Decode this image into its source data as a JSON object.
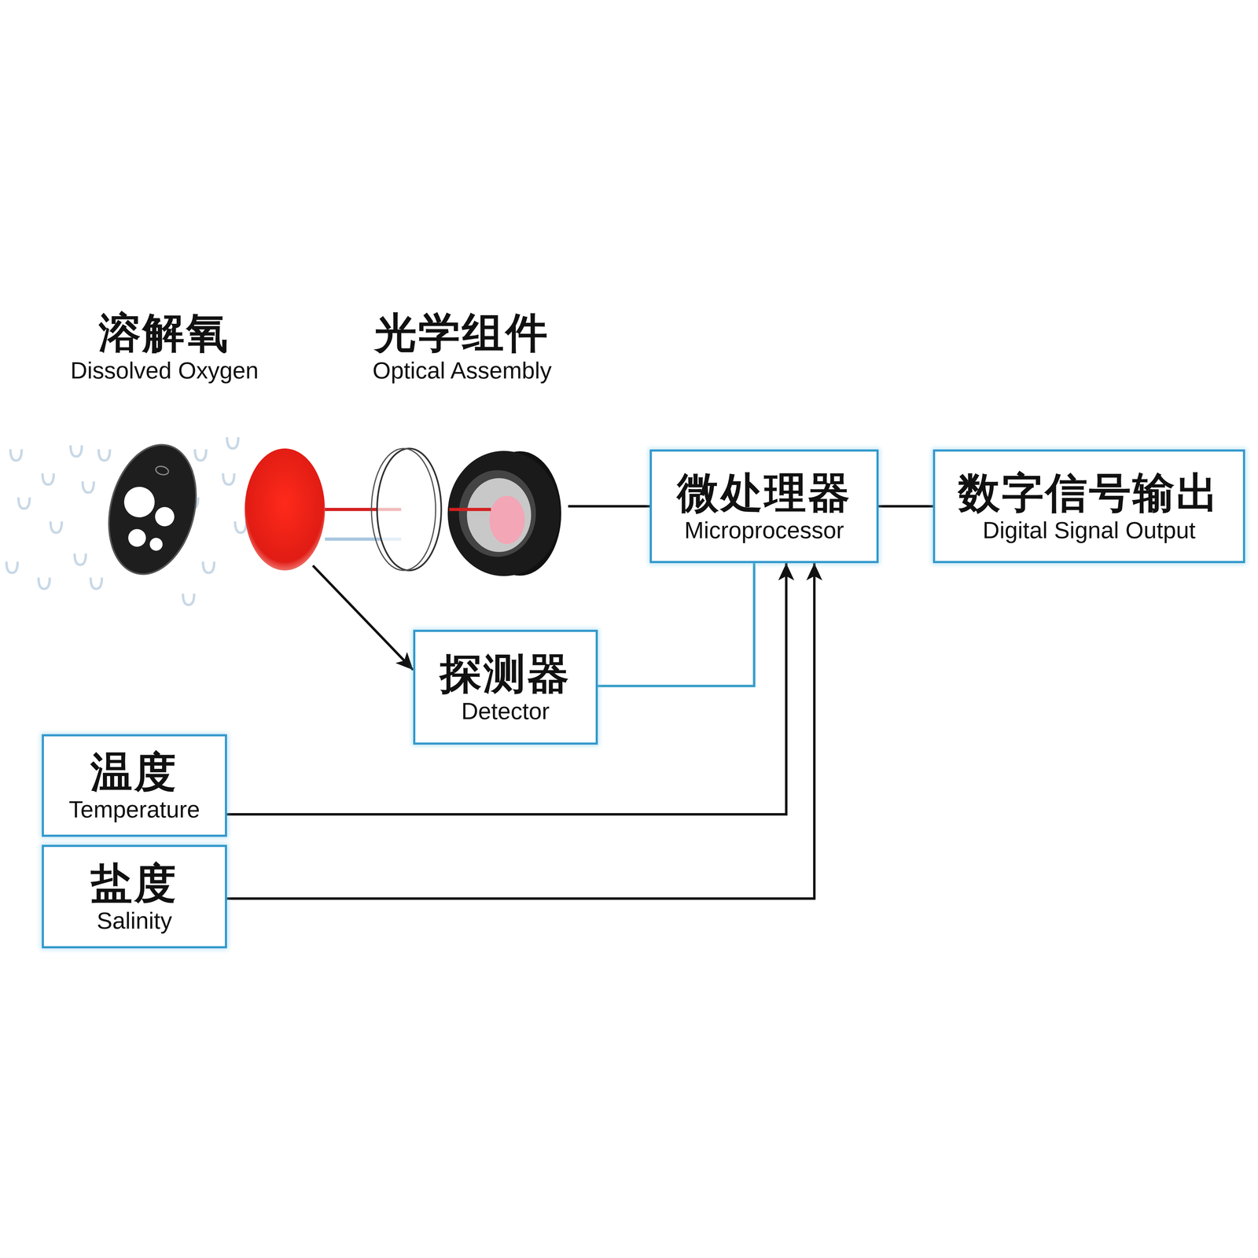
{
  "diagram": {
    "nodes": [
      {
        "text": [
          "溶解氧",
          "Dissolved Oxygen"
        ]
      },
      {
        "text": [
          "光学组件",
          "Optical Assembly"
        ]
      },
      {
        "text": [
          "微处理器",
          "Microprocessor"
        ]
      },
      {
        "text": [
          "数字信号输出",
          "Digital Signal Output"
        ]
      },
      {
        "text": [
          "探测器",
          "Detector"
        ]
      },
      {
        "text": [
          "温度",
          "Temperature"
        ]
      },
      {
        "text": [
          "盐度",
          "Salinity"
        ]
      }
    ],
    "edges": [
      {
        "from": 1,
        "to": 2,
        "arrow": "none"
      },
      {
        "from": 2,
        "to": 3,
        "arrow": "none"
      },
      {
        "from": 0,
        "to": 4,
        "arrow": "to"
      },
      {
        "from": 4,
        "to": 2,
        "arrow": "none"
      },
      {
        "from": 5,
        "to": 2,
        "arrow": "to"
      },
      {
        "from": 6,
        "to": 2,
        "arrow": "to"
      }
    ]
  }
}
